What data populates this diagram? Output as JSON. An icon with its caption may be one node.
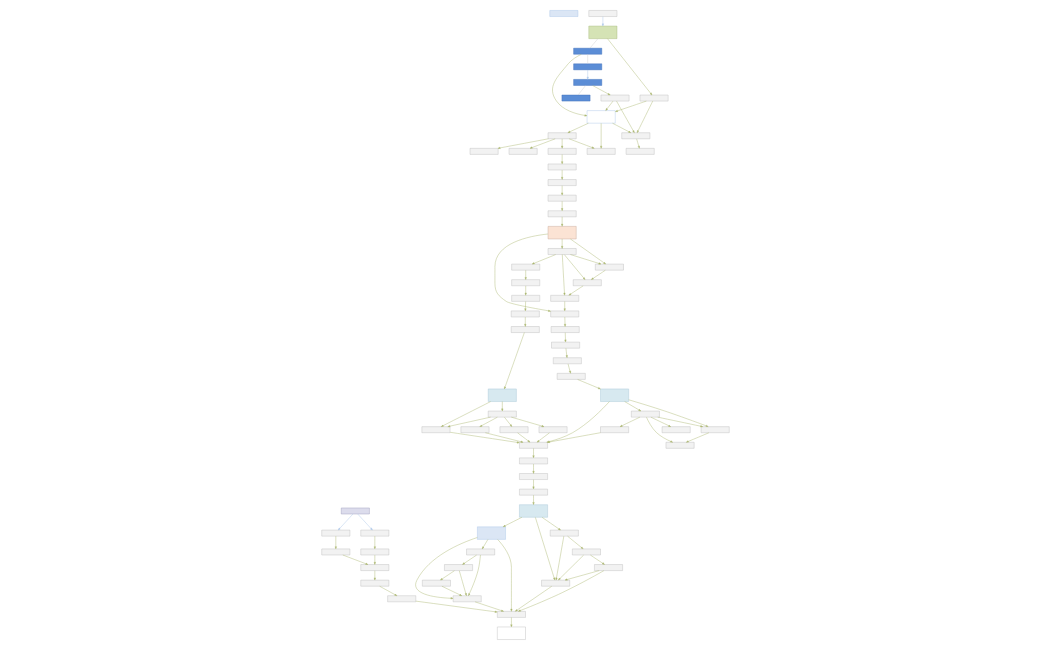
{
  "diagram": {
    "nodes": [
      {
        "text": [],
        "shape": "box"
      },
      {
        "text": [],
        "shape": "box"
      },
      {
        "text": [],
        "shape": "box"
      },
      {
        "text": [],
        "shape": "box"
      },
      {
        "text": [],
        "shape": "box"
      },
      {
        "text": [],
        "shape": "box"
      },
      {
        "text": [],
        "shape": "box"
      },
      {
        "text": [],
        "shape": "box"
      },
      {
        "text": [],
        "shape": "box"
      },
      {
        "text": [],
        "shape": "box"
      },
      {
        "text": [],
        "shape": "box"
      },
      {
        "text": [],
        "shape": "box"
      },
      {
        "text": [],
        "shape": "box"
      },
      {
        "text": [],
        "shape": "box"
      },
      {
        "text": [],
        "shape": "box"
      },
      {
        "text": [],
        "shape": "box"
      },
      {
        "text": [],
        "shape": "box"
      },
      {
        "text": [],
        "shape": "box"
      },
      {
        "text": [],
        "shape": "box"
      },
      {
        "text": [],
        "shape": "box"
      },
      {
        "text": [],
        "shape": "box"
      },
      {
        "text": [],
        "shape": "box"
      },
      {
        "text": [],
        "shape": "box"
      },
      {
        "text": [],
        "shape": "box"
      },
      {
        "text": [],
        "shape": "box"
      },
      {
        "text": [],
        "shape": "box"
      },
      {
        "text": [],
        "shape": "box"
      },
      {
        "text": [],
        "shape": "box"
      },
      {
        "text": [],
        "shape": "box"
      },
      {
        "text": [],
        "shape": "box"
      },
      {
        "text": [],
        "shape": "box"
      },
      {
        "text": [],
        "shape": "box"
      },
      {
        "text": [],
        "shape": "box"
      },
      {
        "text": [],
        "shape": "box"
      },
      {
        "text": [],
        "shape": "box"
      },
      {
        "text": [],
        "shape": "box"
      },
      {
        "text": [],
        "shape": "box"
      },
      {
        "text": [],
        "shape": "box"
      },
      {
        "text": [],
        "shape": "box"
      },
      {
        "text": [],
        "shape": "box"
      },
      {
        "text": [],
        "shape": "box"
      },
      {
        "text": [],
        "shape": "box"
      },
      {
        "text": [],
        "shape": "box"
      },
      {
        "text": [],
        "shape": "box"
      },
      {
        "text": [],
        "shape": "box"
      },
      {
        "text": [],
        "shape": "box"
      },
      {
        "text": [],
        "shape": "box"
      },
      {
        "text": [],
        "shape": "box"
      },
      {
        "text": [],
        "shape": "box"
      },
      {
        "text": [],
        "shape": "box"
      },
      {
        "text": [],
        "shape": "box"
      },
      {
        "text": [],
        "shape": "box"
      },
      {
        "text": [],
        "shape": "box"
      },
      {
        "text": [],
        "shape": "box"
      },
      {
        "text": [],
        "shape": "box"
      },
      {
        "text": [],
        "shape": "box"
      },
      {
        "text": [],
        "shape": "box"
      },
      {
        "text": [],
        "shape": "box"
      },
      {
        "text": [],
        "shape": "box"
      },
      {
        "text": [],
        "shape": "box"
      },
      {
        "text": [],
        "shape": "box"
      },
      {
        "text": [],
        "shape": "box"
      },
      {
        "text": [],
        "shape": "box"
      },
      {
        "text": [],
        "shape": "box"
      },
      {
        "text": [],
        "shape": "box"
      },
      {
        "text": [],
        "shape": "box"
      },
      {
        "text": [],
        "shape": "box"
      },
      {
        "text": [],
        "shape": "box"
      },
      {
        "text": [],
        "shape": "box"
      },
      {
        "text": [],
        "shape": "box"
      },
      {
        "text": [],
        "shape": "box"
      },
      {
        "text": [],
        "shape": "box"
      }
    ],
    "edges": [
      {
        "from": 1,
        "to": 2,
        "arrow": "to",
        "color": "#a9c4e8"
      },
      {
        "from": 2,
        "to": 3,
        "arrow": "none",
        "color": "#cccccc"
      },
      {
        "from": 3,
        "to": 4,
        "arrow": "none",
        "color": "#cccccc"
      },
      {
        "from": 4,
        "to": 5,
        "arrow": "to",
        "color": "#a9c4e8"
      },
      {
        "from": 5,
        "to": 6,
        "arrow": "none",
        "color": "#cccccc"
      },
      {
        "from": 3,
        "to": 7,
        "arrow": "to"
      },
      {
        "from": 5,
        "to": 9,
        "arrow": "to"
      },
      {
        "from": 9,
        "to": 7,
        "arrow": "to"
      },
      {
        "from": 8,
        "to": 7,
        "arrow": "to"
      },
      {
        "from": 2,
        "to": 8,
        "arrow": "to"
      },
      {
        "from": 7,
        "to": 10,
        "arrow": "to"
      },
      {
        "from": 7,
        "to": 11,
        "arrow": "to"
      },
      {
        "from": 7,
        "to": 14,
        "arrow": "to"
      },
      {
        "from": 10,
        "to": 11,
        "arrow": "to"
      },
      {
        "from": 10,
        "to": 12,
        "arrow": "to"
      },
      {
        "from": 10,
        "to": 13,
        "arrow": "to"
      },
      {
        "from": 9,
        "to": 14,
        "arrow": "to"
      },
      {
        "from": 8,
        "to": 14,
        "arrow": "to"
      },
      {
        "from": 14,
        "to": 15,
        "arrow": "to"
      },
      {
        "from": 10,
        "to": 16,
        "arrow": "to"
      },
      {
        "from": 16,
        "to": 17,
        "arrow": "to"
      },
      {
        "from": 17,
        "to": 18,
        "arrow": "to"
      },
      {
        "from": 18,
        "to": 19,
        "arrow": "to"
      },
      {
        "from": 19,
        "to": 20,
        "arrow": "to"
      },
      {
        "from": 20,
        "to": 30,
        "arrow": "to"
      },
      {
        "from": 21,
        "to": 22,
        "arrow": "to",
        "color": "#a9c4e8"
      },
      {
        "from": 21,
        "to": 23,
        "arrow": "to",
        "color": "#a9c4e8"
      },
      {
        "from": 22,
        "to": 24,
        "arrow": "to"
      },
      {
        "from": 23,
        "to": 25,
        "arrow": "to"
      },
      {
        "from": 24,
        "to": 26,
        "arrow": "to"
      },
      {
        "from": 25,
        "to": 26,
        "arrow": "to"
      },
      {
        "from": 26,
        "to": 27,
        "arrow": "to"
      },
      {
        "from": 27,
        "to": 28,
        "arrow": "to"
      },
      {
        "from": 28,
        "to": 70,
        "arrow": "to"
      },
      {
        "from": 30,
        "to": 29,
        "arrow": "to"
      },
      {
        "from": 30,
        "to": 31,
        "arrow": "to"
      },
      {
        "from": 30,
        "to": 32,
        "arrow": "to"
      },
      {
        "from": 32,
        "to": 33,
        "arrow": "to"
      },
      {
        "from": 33,
        "to": 34,
        "arrow": "to"
      },
      {
        "from": 29,
        "to": 32,
        "arrow": "to"
      },
      {
        "from": 29,
        "to": 33,
        "arrow": "to"
      },
      {
        "from": 29,
        "to": 34,
        "arrow": "to"
      },
      {
        "from": 29,
        "to": 40,
        "arrow": "to"
      },
      {
        "from": 34,
        "to": 31,
        "arrow": "to"
      },
      {
        "from": 31,
        "to": 35,
        "arrow": "to"
      },
      {
        "from": 35,
        "to": 36,
        "arrow": "to"
      },
      {
        "from": 36,
        "to": 37,
        "arrow": "to"
      },
      {
        "from": 37,
        "to": 38,
        "arrow": "to"
      },
      {
        "from": 38,
        "to": 39,
        "arrow": "to"
      },
      {
        "from": 40,
        "to": 41,
        "arrow": "to"
      },
      {
        "from": 41,
        "to": 42,
        "arrow": "to"
      },
      {
        "from": 42,
        "to": 43,
        "arrow": "to"
      },
      {
        "from": 43,
        "to": 44,
        "arrow": "to"
      },
      {
        "from": 44,
        "to": 45,
        "arrow": "to"
      },
      {
        "from": 45,
        "to": 46,
        "arrow": "to"
      },
      {
        "from": 45,
        "to": 47,
        "arrow": "to"
      },
      {
        "from": 46,
        "to": 47,
        "arrow": "to"
      },
      {
        "from": 46,
        "to": 51,
        "arrow": "to"
      },
      {
        "from": 46,
        "to": 53,
        "arrow": "to"
      },
      {
        "from": 46,
        "to": 55,
        "arrow": "to"
      },
      {
        "from": 47,
        "to": 54,
        "arrow": "to"
      },
      {
        "from": 51,
        "to": 54,
        "arrow": "to"
      },
      {
        "from": 53,
        "to": 54,
        "arrow": "to"
      },
      {
        "from": 55,
        "to": 54,
        "arrow": "to"
      },
      {
        "from": 39,
        "to": 54,
        "arrow": "to"
      },
      {
        "from": 39,
        "to": 48,
        "arrow": "to"
      },
      {
        "from": 39,
        "to": 49,
        "arrow": "to"
      },
      {
        "from": 48,
        "to": 50,
        "arrow": "to"
      },
      {
        "from": 49,
        "to": 48,
        "arrow": "to"
      },
      {
        "from": 49,
        "to": 50,
        "arrow": "to"
      },
      {
        "from": 49,
        "to": 52,
        "arrow": "to"
      },
      {
        "from": 49,
        "to": 56,
        "arrow": "to"
      },
      {
        "from": 56,
        "to": 54,
        "arrow": "to"
      },
      {
        "from": 54,
        "to": 57,
        "arrow": "to"
      },
      {
        "from": 57,
        "to": 58,
        "arrow": "to"
      },
      {
        "from": 58,
        "to": 59,
        "arrow": "to"
      },
      {
        "from": 59,
        "to": 60,
        "arrow": "to"
      },
      {
        "from": 60,
        "to": 61,
        "arrow": "to"
      },
      {
        "from": 60,
        "to": 63,
        "arrow": "to"
      },
      {
        "from": 60,
        "to": 65,
        "arrow": "to"
      },
      {
        "from": 61,
        "to": 62,
        "arrow": "to"
      },
      {
        "from": 62,
        "to": 64,
        "arrow": "to"
      },
      {
        "from": 61,
        "to": 63,
        "arrow": "to"
      },
      {
        "from": 62,
        "to": 63,
        "arrow": "to"
      },
      {
        "from": 64,
        "to": 63,
        "arrow": "to"
      },
      {
        "from": 64,
        "to": 70,
        "arrow": "to"
      },
      {
        "from": 63,
        "to": 70,
        "arrow": "to"
      },
      {
        "from": 65,
        "to": 66,
        "arrow": "to"
      },
      {
        "from": 66,
        "to": 67,
        "arrow": "to"
      },
      {
        "from": 67,
        "to": 69,
        "arrow": "to"
      },
      {
        "from": 65,
        "to": 68,
        "arrow": "to"
      },
      {
        "from": 66,
        "to": 68,
        "arrow": "to"
      },
      {
        "from": 67,
        "to": 68,
        "arrow": "to"
      },
      {
        "from": 69,
        "to": 68,
        "arrow": "to"
      },
      {
        "from": 65,
        "to": 70,
        "arrow": "to"
      },
      {
        "from": 68,
        "to": 70,
        "arrow": "to"
      },
      {
        "from": 70,
        "to": 71,
        "arrow": "to"
      }
    ]
  }
}
